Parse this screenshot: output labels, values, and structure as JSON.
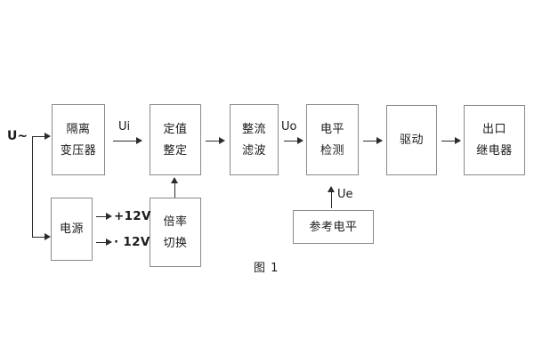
{
  "figure": {
    "caption": "图 1",
    "input_label": "U~",
    "colors": {
      "box_border": "#8a8a8a",
      "connector": "#2b2b2b",
      "text": "#1a1a1a",
      "background": "#ffffff"
    }
  },
  "blocks": [
    {
      "id": "isolation-transformer",
      "lines": [
        "隔离",
        "变压器"
      ]
    },
    {
      "id": "setting-value",
      "lines": [
        "定值",
        "整定"
      ]
    },
    {
      "id": "rectify-filter",
      "lines": [
        "整流",
        "滤波"
      ]
    },
    {
      "id": "level-detection",
      "lines": [
        "电平",
        "检测"
      ]
    },
    {
      "id": "drive",
      "lines": [
        "驱动"
      ]
    },
    {
      "id": "output-relay",
      "lines": [
        "出口",
        "继电器"
      ]
    },
    {
      "id": "power-supply",
      "lines": [
        "电源"
      ]
    },
    {
      "id": "multiplier-switch",
      "lines": [
        "倍率",
        "切换"
      ]
    },
    {
      "id": "reference-level",
      "lines": [
        "参考电平"
      ]
    }
  ],
  "signals": {
    "ui": "Ui",
    "uo": "Uo",
    "ue": "Ue",
    "rail_positive": "+12V",
    "rail_negative": "· 12V"
  }
}
